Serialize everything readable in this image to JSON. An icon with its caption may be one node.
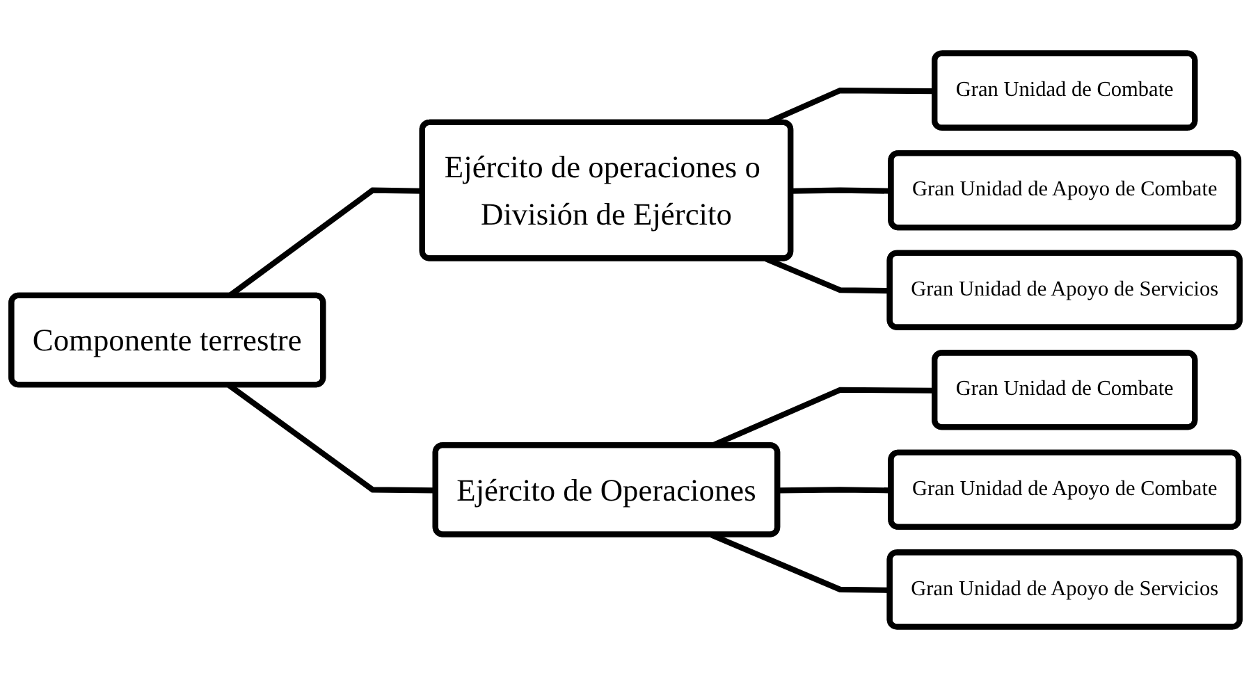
{
  "diagram": {
    "nodes": [
      {
        "text": [
          "Componente terrestre"
        ]
      },
      {
        "text": [
          "Ejército de operaciones o División de Ejército"
        ]
      },
      {
        "text": [
          "Gran Unidad de Combate"
        ]
      },
      {
        "text": [
          "Gran Unidad de Apoyo de Combate"
        ]
      },
      {
        "text": [
          "Gran Unidad de Apoyo de Servicios"
        ]
      },
      {
        "text": [
          "Ejército de Operaciones"
        ]
      },
      {
        "text": [
          "Gran Unidad de Combate"
        ]
      },
      {
        "text": [
          "Gran Unidad de Apoyo de Combate"
        ]
      },
      {
        "text": [
          "Gran Unidad de Apoyo de Servicios"
        ]
      }
    ],
    "edges": [
      {
        "from": 0,
        "to": 1,
        "arrow": "none"
      },
      {
        "from": 0,
        "to": 5,
        "arrow": "none"
      },
      {
        "from": 1,
        "to": 2,
        "arrow": "none"
      },
      {
        "from": 1,
        "to": 3,
        "arrow": "none"
      },
      {
        "from": 1,
        "to": 4,
        "arrow": "none"
      },
      {
        "from": 5,
        "to": 6,
        "arrow": "none"
      },
      {
        "from": 5,
        "to": 7,
        "arrow": "none"
      },
      {
        "from": 5,
        "to": 8,
        "arrow": "none"
      }
    ]
  }
}
